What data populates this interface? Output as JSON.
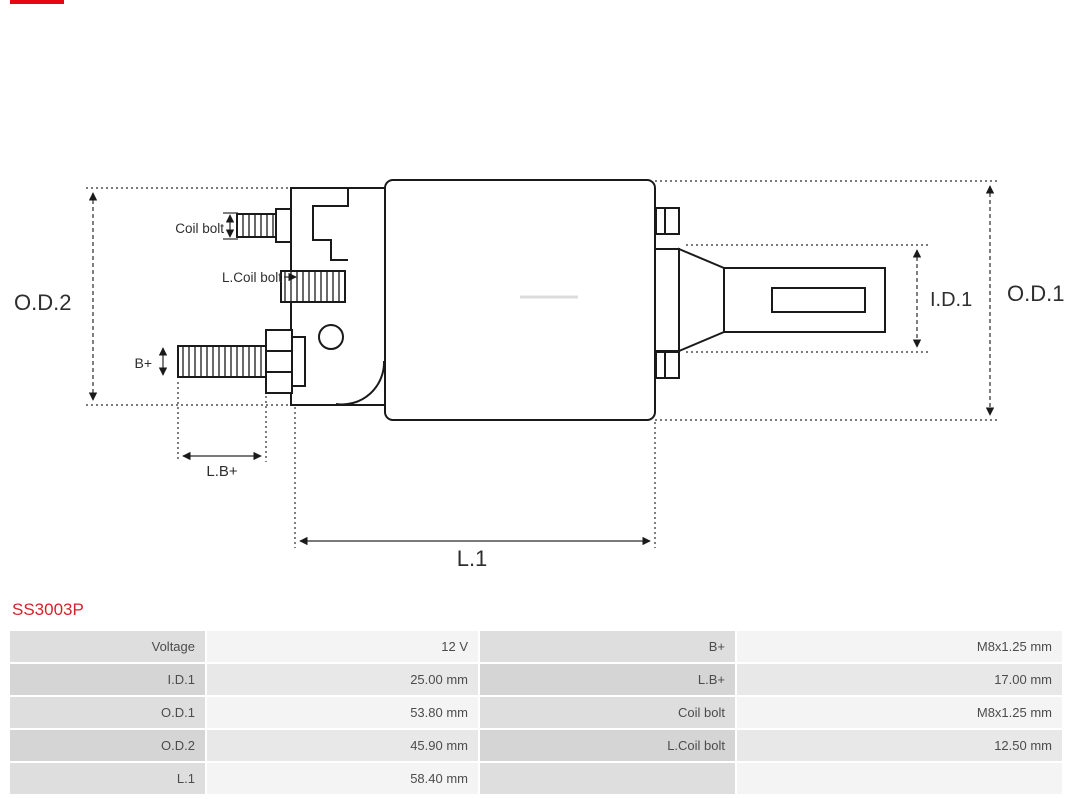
{
  "colors": {
    "brand_red": "#e30613",
    "part_number_red": "#d2232a",
    "table_label_bg": "#dedede",
    "table_value_bg": "#f4f4f4",
    "drawing_stroke": "#1a1a1a"
  },
  "part_number": "SS3003P",
  "diagram": {
    "labels": {
      "od2": "O.D.2",
      "od1": "O.D.1",
      "id1": "I.D.1",
      "coil_bolt": "Coil bolt",
      "l_coil_bolt": "L.Coil bolt",
      "b_plus": "B+",
      "l_b_plus": "L.B+",
      "l1": "L.1"
    }
  },
  "table": {
    "rows": [
      {
        "c0": "Voltage",
        "c1": "12 V",
        "c2": "B+",
        "c3": "M8x1.25 mm"
      },
      {
        "c0": "I.D.1",
        "c1": "25.00 mm",
        "c2": "L.B+",
        "c3": "17.00 mm"
      },
      {
        "c0": "O.D.1",
        "c1": "53.80 mm",
        "c2": "Coil bolt",
        "c3": "M8x1.25 mm"
      },
      {
        "c0": "O.D.2",
        "c1": "45.90 mm",
        "c2": "L.Coil bolt",
        "c3": "12.50 mm"
      },
      {
        "c0": "L.1",
        "c1": "58.40 mm",
        "c2": "",
        "c3": ""
      }
    ]
  }
}
